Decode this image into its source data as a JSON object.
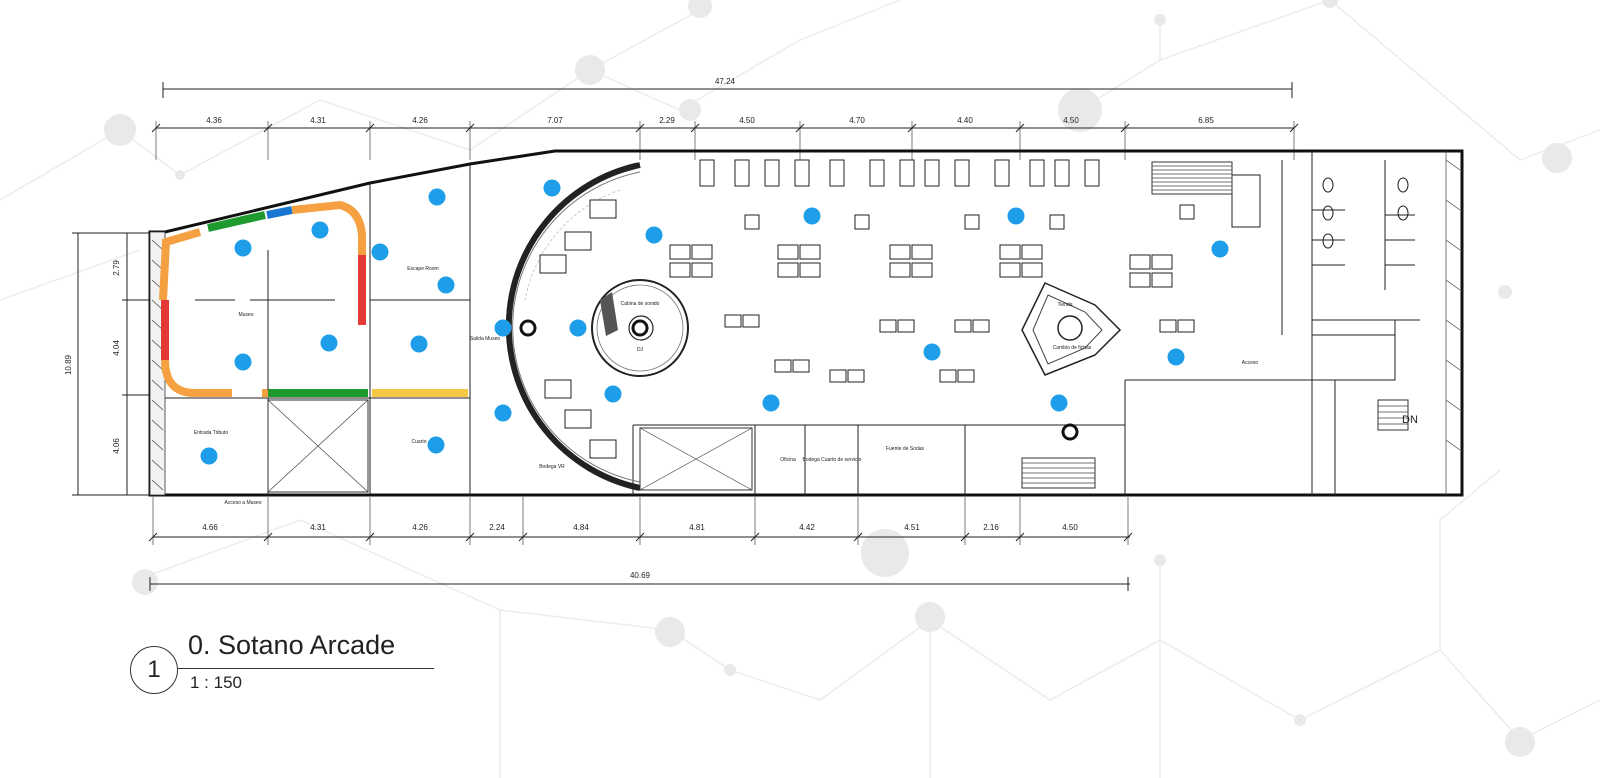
{
  "title": "0. Sotano Arcade",
  "scale": "1 : 150",
  "view_number": "1",
  "colors": {
    "marker": "#1e9ee8",
    "orange": "#f5a142",
    "green": "#1f9a2e",
    "red": "#e53935",
    "blue": "#1976d2",
    "yellow": "#f6c744"
  },
  "dimensions": {
    "top_total": "47.24",
    "top": [
      "4.36",
      "4.31",
      "4.26",
      "7.07",
      "2.29",
      "4.50",
      "4.70",
      "4.40",
      "4.50",
      "6.85"
    ],
    "bottom": [
      "4.66",
      "4.31",
      "4.26",
      "2.24",
      "4.84",
      "4.81",
      "4.42",
      "4.51",
      "2.16",
      "4.50"
    ],
    "bottom_total": "40.69",
    "left_total": "10.89",
    "left": [
      "2.79",
      "4.04",
      "4.06"
    ]
  },
  "rooms": {
    "museo": "Museo",
    "escape_room": "Escape Room",
    "salida_museo": "Salida Museo",
    "cabina": "Cabina de sonido",
    "dj": "DJ",
    "tienda": "Tienda",
    "cambio": "Cambio de fichas",
    "acceso": "Acceso",
    "entrada": "Entrada Tributo",
    "cuarto": "Cuarto",
    "bodega_vr": "Bodega VR",
    "oficina": "Oficina",
    "bodega_servicio": "Bodega Cuarto de servicio",
    "fuente": "Fuente de Sodas",
    "acceso_museo": "Acceso a Museo",
    "dn": "DN"
  }
}
